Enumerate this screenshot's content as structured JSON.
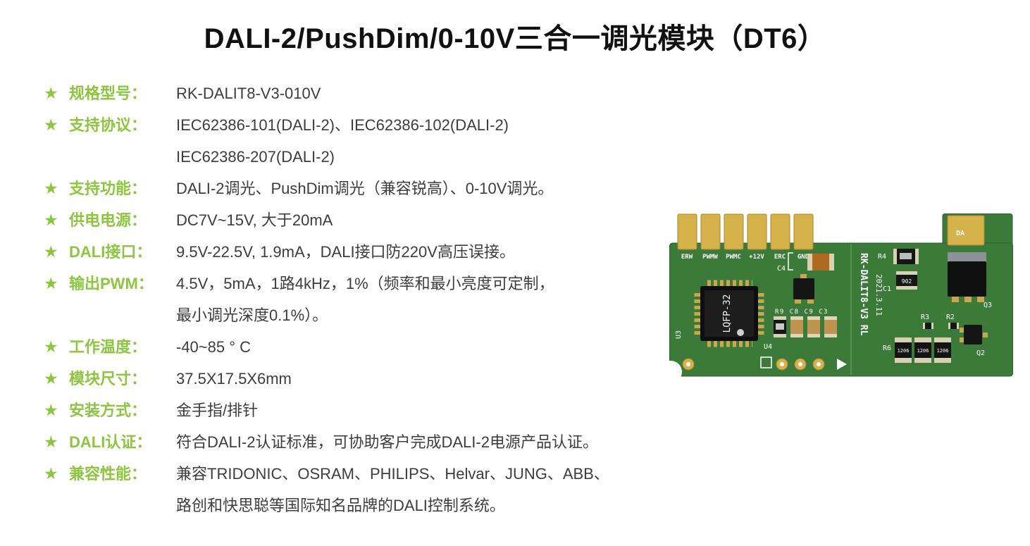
{
  "page": {
    "title": "DALI-2/PushDim/0-10V三合一调光模块（DT6）"
  },
  "icons": {
    "star": "★"
  },
  "colors": {
    "accent_green": "#8cc63e",
    "text_dark": "#3d3d3d",
    "board_green": "#3c7a3a",
    "pad_gold": "#d6b24a"
  },
  "specs": [
    {
      "label": "规格型号：",
      "lines": [
        "RK-DALIT8-V3-010V"
      ]
    },
    {
      "label": "支持协议：",
      "lines": [
        "IEC62386-101(DALI-2)、IEC62386-102(DALI-2)",
        "IEC62386-207(DALI-2)"
      ]
    },
    {
      "label": "支持功能：",
      "lines": [
        "DALI-2调光、PushDim调光（兼容锐高）、0-10V调光。"
      ]
    },
    {
      "label": "供电电源：",
      "lines": [
        "DC7V~15V, 大于20mA"
      ]
    },
    {
      "label": "DALI接口：",
      "lines": [
        "9.5V-22.5V, 1.9mA，DALI接口防220V高压误接。"
      ]
    },
    {
      "label": "输出PWM：",
      "lines": [
        "4.5V，5mA，1路4kHz，1%（频率和最小亮度可定制，",
        "最小调光深度0.1%）。"
      ]
    },
    {
      "label": "工作温度：",
      "lines": [
        "-40~85 ° C"
      ]
    },
    {
      "label": "模块尺寸：",
      "lines": [
        "37.5X17.5X6mm"
      ]
    },
    {
      "label": "安装方式：",
      "lines": [
        "金手指/排针"
      ]
    },
    {
      "label": "DALI认证：",
      "lines": [
        "符合DALI-2认证标准，可协助客户完成DALI-2电源产品认证。"
      ]
    },
    {
      "label": "兼容性能：",
      "lines": [
        "兼容TRIDONIC、OSRAM、PHILIPS、Helvar、JUNG、ABB、",
        "路创和快思聪等国际知名品牌的DALI控制系统。"
      ]
    }
  ],
  "pcb": {
    "pins": [
      "ERW",
      "PWMW",
      "PWMC",
      "+12V",
      "ERC",
      "GND"
    ],
    "labels": {
      "c4": "C4",
      "u3": "U3",
      "chip": "LQFP-32",
      "u4": "U4",
      "parts_row": "R9 C8 C9 C3",
      "board_name": "RK-DALIT8-V3  RL",
      "date": "2021.3.11",
      "r4": "R4",
      "c1": "C1",
      "q3": "Q3",
      "r3": "R3",
      "r2": "R2",
      "r6": "R6",
      "q2": "Q2",
      "da": "DA"
    },
    "markings": {
      "c1_chip": "902",
      "r6_chips": [
        "1206",
        "1206",
        "1206"
      ]
    }
  }
}
